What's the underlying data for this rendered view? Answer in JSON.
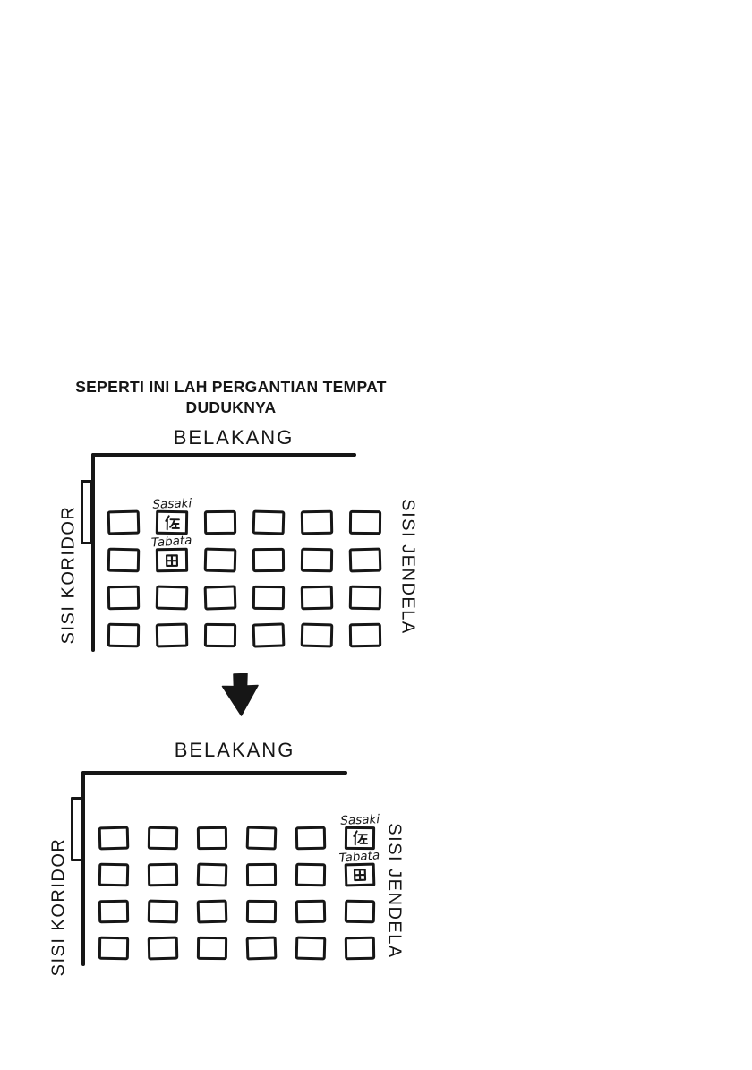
{
  "page": {
    "background": "#ffffff",
    "ink_color": "#161616"
  },
  "title": {
    "line1": "SEPERTI INI LAH PERGANTIAN TEMPAT",
    "line2": "DUDUKNYA"
  },
  "transition_arrow": {
    "icon": "down-arrow-icon",
    "direction": "down"
  },
  "diagrams": [
    {
      "id": "seating-before",
      "back_label": "BELAKANG",
      "left_label": "SISI KORIDOR",
      "right_label": "SISI JENDELA",
      "grid": {
        "rows": 4,
        "cols": 6
      },
      "labeled_seats": [
        {
          "row": 0,
          "col": 1,
          "name": "Sasaki",
          "kanji": "佐"
        },
        {
          "row": 1,
          "col": 1,
          "name": "Tabata",
          "kanji": "田"
        }
      ]
    },
    {
      "id": "seating-after",
      "back_label": "BELAKANG",
      "left_label": "SISI KORIDOR",
      "right_label": "SISI JENDELA",
      "grid": {
        "rows": 4,
        "cols": 6
      },
      "labeled_seats": [
        {
          "row": 0,
          "col": 5,
          "name": "Sasaki",
          "kanji": "佐"
        },
        {
          "row": 1,
          "col": 5,
          "name": "Tabata",
          "kanji": "田"
        }
      ]
    }
  ]
}
